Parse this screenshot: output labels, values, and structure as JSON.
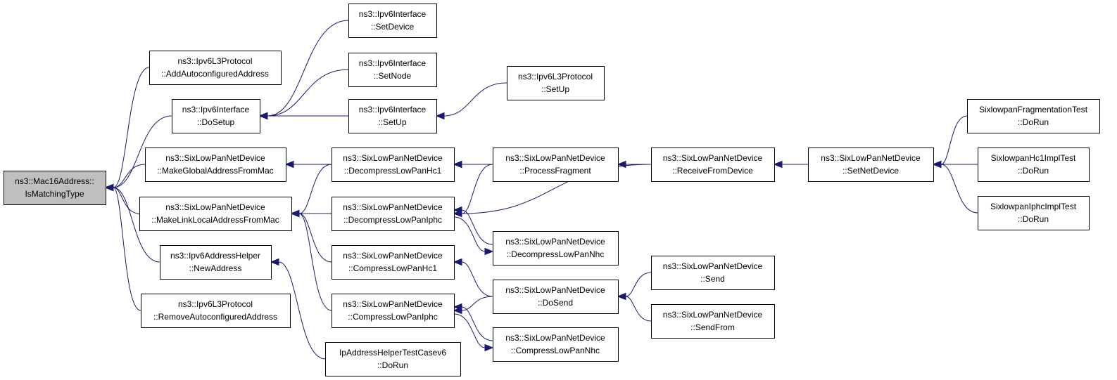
{
  "graph": {
    "title": "",
    "colors": {
      "node_fill": "#ffffff",
      "root_fill": "#bfbfbf",
      "edge": "#191970"
    },
    "nodes": [
      {
        "id": "n1",
        "lines": [
          "ns3::Mac16Address::",
          "IsMatchingType"
        ],
        "root": true
      },
      {
        "id": "n2",
        "lines": [
          "ns3::Ipv6L3Protocol",
          "::AddAutoconfiguredAddress"
        ]
      },
      {
        "id": "n3",
        "lines": [
          "ns3::Ipv6Interface",
          "::DoSetup"
        ]
      },
      {
        "id": "n4",
        "lines": [
          "ns3::SixLowPanNetDevice",
          "::MakeGlobalAddressFromMac"
        ]
      },
      {
        "id": "n5",
        "lines": [
          "ns3::SixLowPanNetDevice",
          "::MakeLinkLocalAddressFromMac"
        ]
      },
      {
        "id": "n6",
        "lines": [
          "ns3::Ipv6AddressHelper",
          "::NewAddress"
        ]
      },
      {
        "id": "n7",
        "lines": [
          "ns3::Ipv6L3Protocol",
          "::RemoveAutoconfiguredAddress"
        ]
      },
      {
        "id": "n8",
        "lines": [
          "ns3::Ipv6Interface",
          "::SetDevice"
        ]
      },
      {
        "id": "n9",
        "lines": [
          "ns3::Ipv6Interface",
          "::SetNode"
        ]
      },
      {
        "id": "n10",
        "lines": [
          "ns3::Ipv6Interface",
          "::SetUp"
        ]
      },
      {
        "id": "n11",
        "lines": [
          "ns3::SixLowPanNetDevice",
          "::DecompressLowPanHc1"
        ]
      },
      {
        "id": "n12",
        "lines": [
          "ns3::SixLowPanNetDevice",
          "::DecompressLowPanIphc"
        ]
      },
      {
        "id": "n13",
        "lines": [
          "ns3::SixLowPanNetDevice",
          "::CompressLowPanHc1"
        ]
      },
      {
        "id": "n14",
        "lines": [
          "ns3::SixLowPanNetDevice",
          "::CompressLowPanIphc"
        ]
      },
      {
        "id": "n15",
        "lines": [
          "IpAddressHelperTestCasev6",
          "::DoRun"
        ]
      },
      {
        "id": "n16",
        "lines": [
          "ns3::Ipv6L3Protocol",
          "::SetUp"
        ]
      },
      {
        "id": "n17",
        "lines": [
          "ns3::SixLowPanNetDevice",
          "::ProcessFragment"
        ]
      },
      {
        "id": "n18",
        "lines": [
          "ns3::SixLowPanNetDevice",
          "::DecompressLowPanNhc"
        ]
      },
      {
        "id": "n19",
        "lines": [
          "ns3::SixLowPanNetDevice",
          "::DoSend"
        ]
      },
      {
        "id": "n20",
        "lines": [
          "ns3::SixLowPanNetDevice",
          "::CompressLowPanNhc"
        ]
      },
      {
        "id": "n21",
        "lines": [
          "ns3::SixLowPanNetDevice",
          "::ReceiveFromDevice"
        ]
      },
      {
        "id": "n22",
        "lines": [
          "ns3::SixLowPanNetDevice",
          "::Send"
        ]
      },
      {
        "id": "n23",
        "lines": [
          "ns3::SixLowPanNetDevice",
          "::SendFrom"
        ]
      },
      {
        "id": "n24",
        "lines": [
          "ns3::SixLowPanNetDevice",
          "::SetNetDevice"
        ]
      },
      {
        "id": "n25",
        "lines": [
          "SixlowpanFragmentationTest",
          "::DoRun"
        ]
      },
      {
        "id": "n26",
        "lines": [
          "SixlowpanHc1ImplTest",
          "::DoRun"
        ]
      },
      {
        "id": "n27",
        "lines": [
          "SixlowpanIphcImplTest",
          "::DoRun"
        ]
      }
    ],
    "edges": [
      {
        "from": "n2",
        "to": "n1"
      },
      {
        "from": "n3",
        "to": "n1"
      },
      {
        "from": "n4",
        "to": "n1"
      },
      {
        "from": "n5",
        "to": "n1"
      },
      {
        "from": "n6",
        "to": "n1"
      },
      {
        "from": "n7",
        "to": "n1"
      },
      {
        "from": "n8",
        "to": "n3"
      },
      {
        "from": "n9",
        "to": "n3"
      },
      {
        "from": "n10",
        "to": "n3"
      },
      {
        "from": "n16",
        "to": "n10"
      },
      {
        "from": "n11",
        "to": "n4"
      },
      {
        "from": "n11",
        "to": "n5"
      },
      {
        "from": "n12",
        "to": "n5"
      },
      {
        "from": "n13",
        "to": "n5"
      },
      {
        "from": "n14",
        "to": "n5"
      },
      {
        "from": "n15",
        "to": "n6"
      },
      {
        "from": "n17",
        "to": "n11"
      },
      {
        "from": "n21",
        "to": "n11"
      },
      {
        "from": "n17",
        "to": "n12"
      },
      {
        "from": "n21",
        "to": "n12"
      },
      {
        "from": "n18",
        "to": "n12"
      },
      {
        "from": "n12",
        "to": "n18"
      },
      {
        "from": "n19",
        "to": "n13"
      },
      {
        "from": "n19",
        "to": "n14"
      },
      {
        "from": "n20",
        "to": "n14"
      },
      {
        "from": "n14",
        "to": "n20"
      },
      {
        "from": "n21",
        "to": "n17"
      },
      {
        "from": "n22",
        "to": "n19"
      },
      {
        "from": "n23",
        "to": "n19"
      },
      {
        "from": "n24",
        "to": "n21"
      },
      {
        "from": "n25",
        "to": "n24"
      },
      {
        "from": "n26",
        "to": "n24"
      },
      {
        "from": "n27",
        "to": "n24"
      }
    ]
  }
}
